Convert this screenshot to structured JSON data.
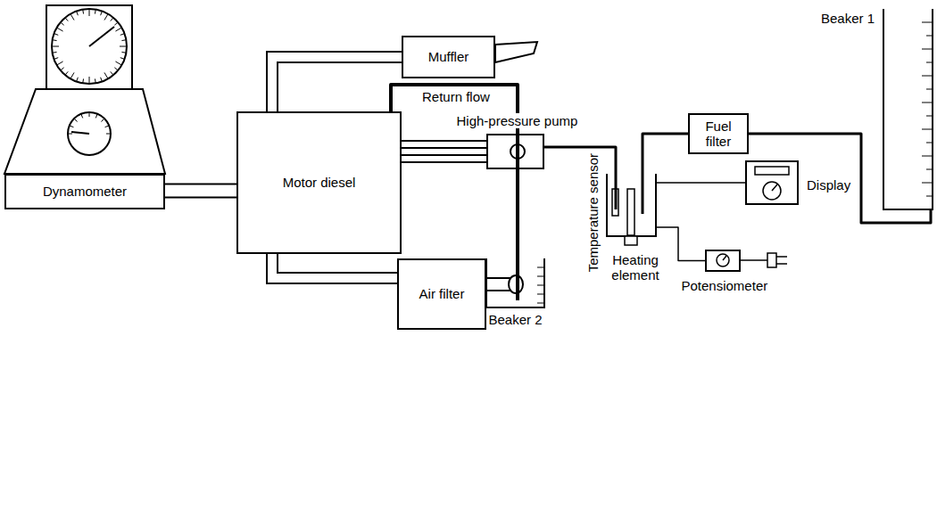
{
  "diagram": {
    "nodes": [
      {
        "text": [
          "Dynamometer"
        ]
      },
      {
        "text": [
          "Motor diesel"
        ]
      },
      {
        "text": [
          "Muffler"
        ]
      },
      {
        "text": [
          "High-pressure pump"
        ]
      },
      {
        "text": [
          "Air filter"
        ]
      },
      {
        "text": [
          "Beaker 1"
        ]
      },
      {
        "text": [
          "Fuel filter"
        ]
      },
      {
        "text": [
          "Temperature sensor",
          "Heating element"
        ]
      },
      {
        "text": [
          "Display"
        ]
      },
      {
        "text": [
          "Potensiometer"
        ]
      },
      {
        "text": [
          "Beaker 2"
        ]
      }
    ],
    "edges": [
      {
        "from": 0,
        "to": 1,
        "arrow": "none"
      },
      {
        "from": 1,
        "to": 2,
        "arrow": "none"
      },
      {
        "from": 1,
        "to": 4,
        "arrow": "none"
      },
      {
        "from": 1,
        "to": 3,
        "arrow": "none"
      },
      {
        "from": 1,
        "to": 10,
        "label": "Return flow",
        "arrow": "none"
      },
      {
        "from": 5,
        "to": 6,
        "arrow": "none"
      },
      {
        "from": 6,
        "to": 7,
        "arrow": "none"
      },
      {
        "from": 7,
        "to": 3,
        "arrow": "none"
      },
      {
        "from": 7,
        "to": 8,
        "arrow": "none"
      },
      {
        "from": 7,
        "to": 9,
        "arrow": "none"
      }
    ]
  }
}
